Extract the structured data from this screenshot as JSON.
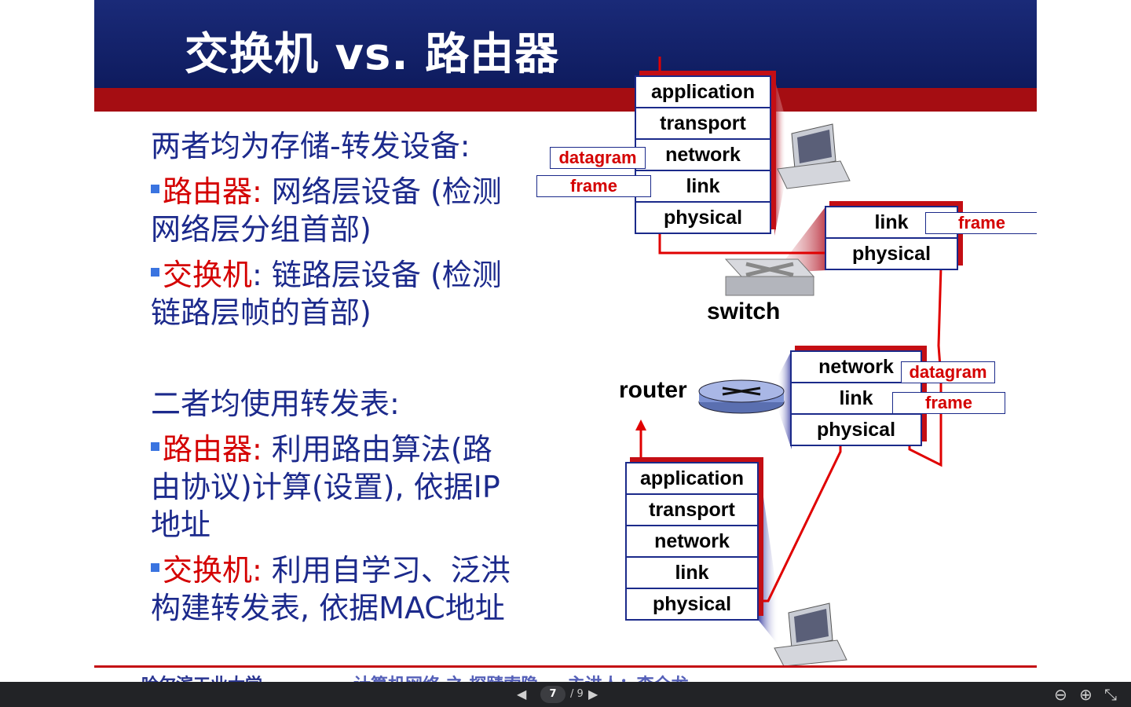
{
  "slide": {
    "title": "交换机 vs. 路由器",
    "left_text": {
      "p1": "两者均为存储-转发设备:",
      "b1_red": "路由器:",
      "b1_rest": " 网络层设备 (检测",
      "b1_cont": "网络层分组首部)",
      "b2_red": "交换机",
      "b2_rest": ": 链路层设备 (检测",
      "b2_cont": "链路层帧的首部)",
      "p2": "二者均使用转发表:",
      "b3_red": "路由器:",
      "b3_rest": " 利用路由算法(路",
      "b3_cont1": "由协议)计算(设置), 依据IP",
      "b3_cont2": "地址",
      "b4_red": "交换机:",
      "b4_rest": " 利用自学习、泛洪",
      "b4_cont": "构建转发表, 依据MAC地址"
    },
    "diagram": {
      "top_host_layers": [
        "application",
        "transport",
        "network",
        "link",
        "physical"
      ],
      "switch_layers": [
        "link",
        "physical"
      ],
      "router_layers": [
        "network",
        "link",
        "physical"
      ],
      "bottom_host_layers": [
        "application",
        "transport",
        "network",
        "link",
        "physical"
      ],
      "tags": {
        "datagram_top": "datagram",
        "frame_top": "frame",
        "frame_switch": "frame",
        "datagram_router": "datagram",
        "frame_router": "frame"
      },
      "labels": {
        "switch": "switch",
        "router": "router"
      },
      "path_color": "#e00000"
    },
    "footer": {
      "university": "哈尔滨工业大学",
      "course": "计算机网络 之 探赜索隐 — 主讲人：李全龙"
    }
  },
  "viewer": {
    "current_page": "7",
    "total_pages": "/ 9",
    "prev_icon": "◀",
    "next_icon": "▶",
    "zoom_out_icon": "⊖",
    "zoom_in_icon": "⊕",
    "fit_icon": "⤡"
  }
}
